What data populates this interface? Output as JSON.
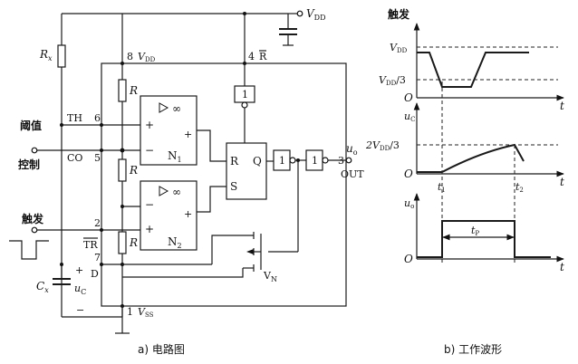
{
  "circuit": {
    "vdd_top": "V",
    "vdd_top_sub": "DD",
    "pin8": "8",
    "pin8_label": "V",
    "pin8_label_sub": "DD",
    "pin4": "4",
    "pin4_label": "R",
    "rx": "R",
    "rx_sub": "x",
    "th_label": "阈值",
    "th_pin_name": "TH",
    "pin6": "6",
    "ctrl_label": "控制",
    "co_pin_name": "CO",
    "pin5": "5",
    "trig_label": "触发",
    "pin2": "2",
    "tr_pin_name": "TR",
    "pin7": "7",
    "d_name": "D",
    "pin1": "1",
    "vss": "V",
    "vss_sub": "SS",
    "cx": "C",
    "cx_sub": "x",
    "uc": "u",
    "uc_sub": "C",
    "plus": "+",
    "minus": "−",
    "r1": "R",
    "r2": "R",
    "r3": "R",
    "n1": "N",
    "n1_sub": "1",
    "n2": "N",
    "n2_sub": "2",
    "inf": "∞",
    "buf1": "1",
    "ff_r": "R",
    "ff_s": "S",
    "ff_q": "Q",
    "inv1": "1",
    "inv2": "1",
    "uo": "u",
    "uo_sub": "o",
    "pin3": "3",
    "out": "OUT",
    "vn": "V",
    "vn_sub": "N",
    "caption": "a) 电路图"
  },
  "waveforms": {
    "trig_title": "触发",
    "vdd": "V",
    "vdd_sub": "DD",
    "vdd3": "V",
    "vdd3_sub": "DD",
    "vdd3_tail": "/3",
    "o1": "O",
    "t1_axis": "t",
    "uc": "u",
    "uc_sub": "C",
    "two_vdd3_pre": "2V",
    "two_vdd3_sub": "DD",
    "two_vdd3_tail": "/3",
    "o2": "O",
    "t1": "t",
    "t1_sub": "1",
    "t2": "t",
    "t2_sub": "2",
    "t2_axis": "t",
    "uo": "u",
    "uo_sub": "o",
    "tp": "t",
    "tp_sub": "P",
    "o3": "O",
    "t3_axis": "t",
    "caption": "b) 工作波形"
  }
}
